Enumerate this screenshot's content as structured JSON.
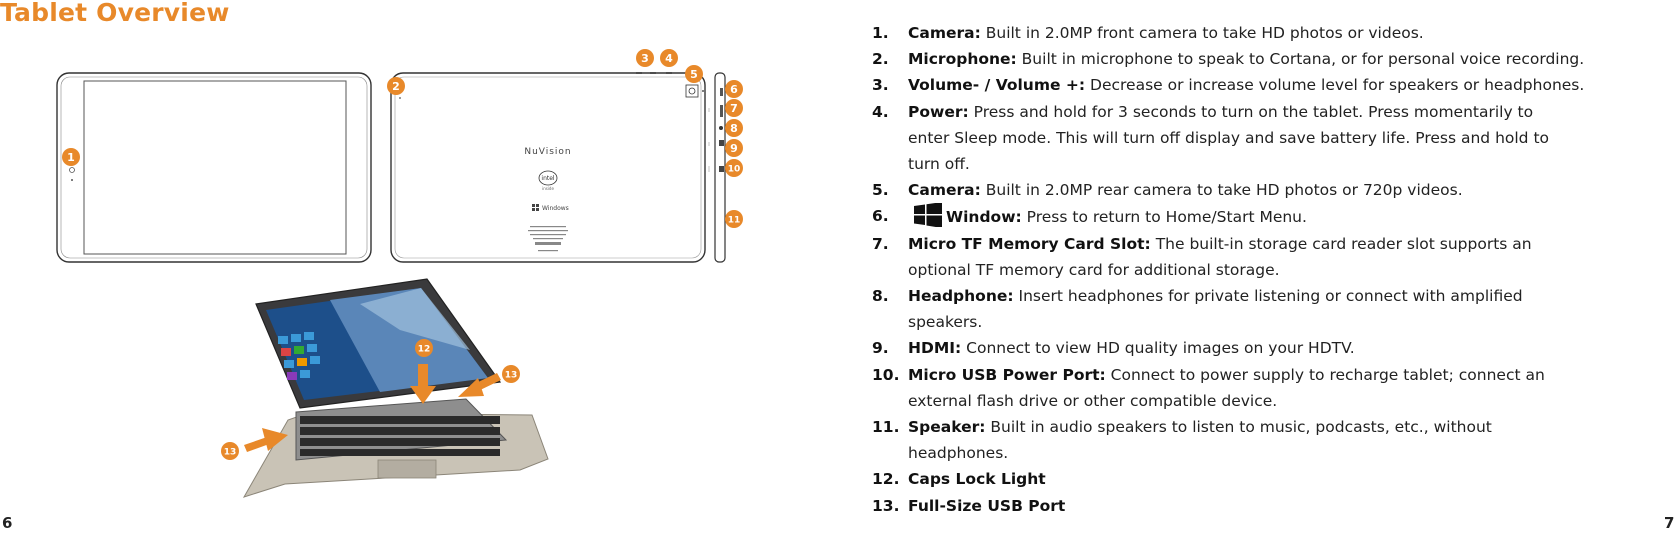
{
  "page_title": "Tablet Overview",
  "page_numbers": {
    "left": "6",
    "right": "7"
  },
  "illustration": {
    "brand_text": "NuVision",
    "intel_text": "intel",
    "intel_sub": "inside",
    "windows_text": "Windows",
    "callouts": [
      "1",
      "2",
      "3",
      "4",
      "5",
      "6",
      "7",
      "8",
      "9",
      "10",
      "11",
      "12",
      "13"
    ]
  },
  "features": [
    {
      "num": "1.",
      "term": "Camera:",
      "desc": " Built in 2.0MP front camera to take HD photos or videos."
    },
    {
      "num": "2.",
      "term": "Microphone:",
      "desc": " Built in microphone to speak to Cortana, or for personal voice recording."
    },
    {
      "num": "3.",
      "term": "Volume- / Volume +:",
      "desc": " Decrease or increase volume level for speakers or headphones."
    },
    {
      "num": "4.",
      "term": "Power:",
      "desc": " Press and hold for 3 seconds to turn on the tablet.  Press momentarily to",
      "desc2": "enter Sleep mode. This will turn off display and save battery life. Press and hold to",
      "desc3": "turn off."
    },
    {
      "num": "5.",
      "term": "Camera:",
      "desc": " Built in 2.0MP rear camera to take HD photos or 720p videos."
    },
    {
      "num": "6.",
      "term": "Window:",
      "desc": " Press to return to Home/Start Menu.",
      "icon": "windows-logo-icon"
    },
    {
      "num": "7.",
      "term": "Micro TF Memory Card Slot:",
      "desc": " The built-in storage card reader slot supports an",
      "desc2": "optional TF memory card for additional storage."
    },
    {
      "num": "8.",
      "term": "Headphone:",
      "desc": " Insert headphones for private listening or connect with amplified",
      "desc2": "speakers."
    },
    {
      "num": "9.",
      "term": "HDMI:",
      "desc": " Connect to view HD quality images on your HDTV."
    },
    {
      "num": "10.",
      "term": "Micro USB Power Port:",
      "desc": " Connect to power supply to recharge tablet; connect an",
      "desc2": "external flash drive or other compatible device."
    },
    {
      "num": "11.",
      "term": "Speaker:",
      "desc": " Built in audio speakers to listen to music, podcasts, etc., without",
      "desc2": "headphones."
    },
    {
      "num": "12.",
      "term": "Caps Lock Light",
      "desc": ""
    },
    {
      "num": "13.",
      "term": "Full-Size USB Port",
      "desc": ""
    }
  ],
  "colors": {
    "accent": "#e8892a",
    "text": "#222222"
  }
}
